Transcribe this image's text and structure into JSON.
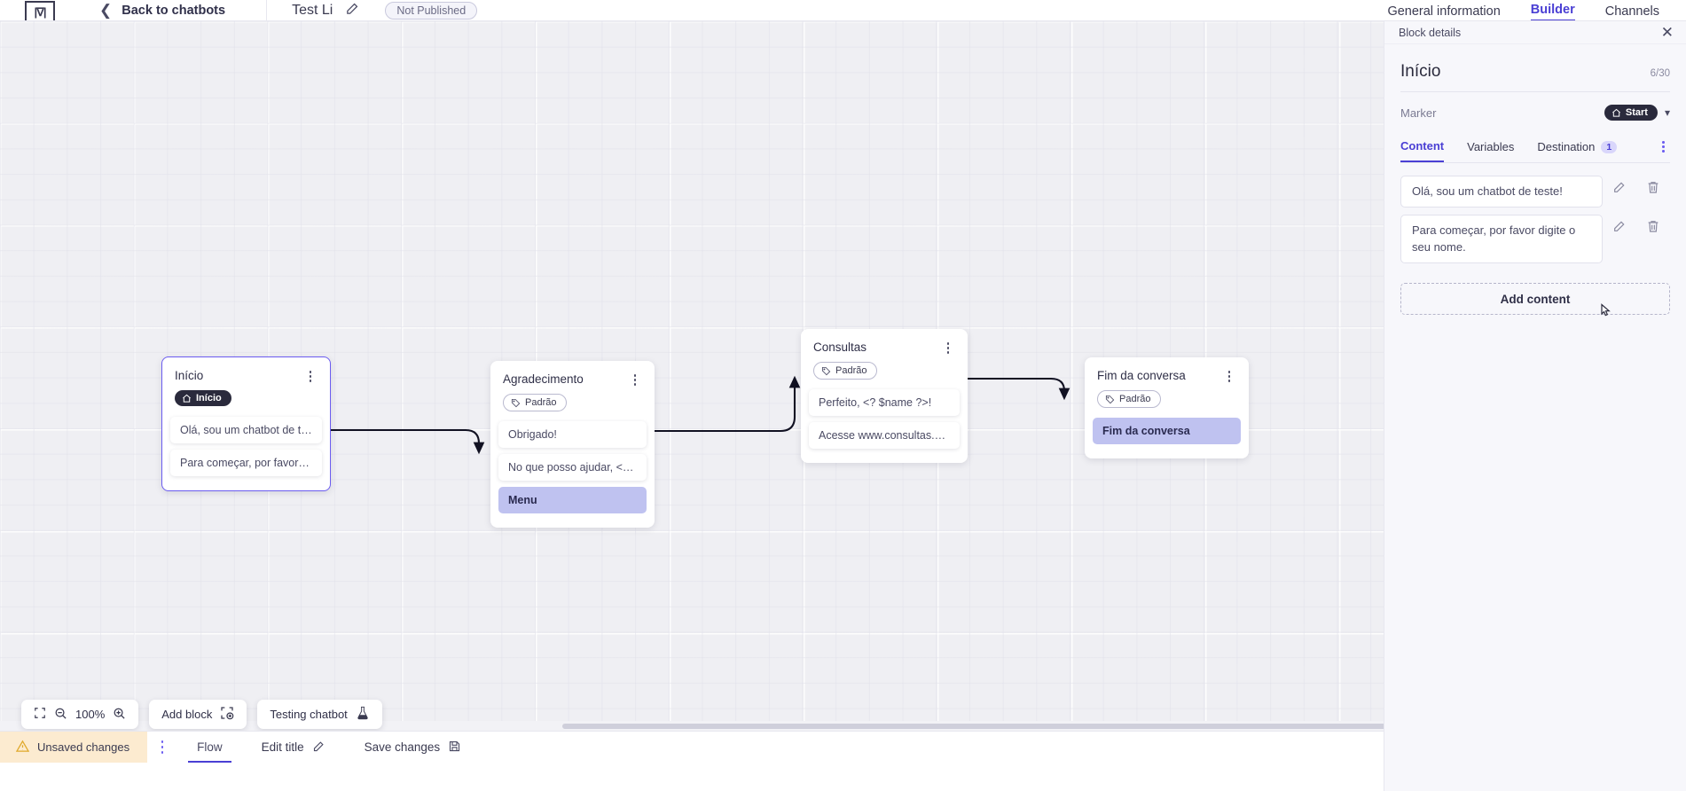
{
  "header": {
    "logo_alt": "logo",
    "back_label": "Back to chatbots",
    "bot_title": "Test Li",
    "publish_status": "Not Published",
    "tabs": [
      {
        "label": "General information",
        "active": false
      },
      {
        "label": "Builder",
        "active": true
      },
      {
        "label": "Channels",
        "active": false
      }
    ]
  },
  "canvas": {
    "blocks": [
      {
        "id": "inicio",
        "title": "Início",
        "tag": {
          "label": "Início",
          "type": "start"
        },
        "items": [
          {
            "text": "Olá, sou um chatbot de teste!",
            "highlight": false
          },
          {
            "text": "Para começar, por favor digite o ...",
            "highlight": false
          }
        ]
      },
      {
        "id": "agradecimento",
        "title": "Agradecimento",
        "tag": {
          "label": "Padrão",
          "type": "default"
        },
        "items": [
          {
            "text": "Obrigado!",
            "highlight": false
          },
          {
            "text": "No que posso ajudar, <? $name ...",
            "highlight": false
          },
          {
            "text": "Menu",
            "highlight": true
          }
        ]
      },
      {
        "id": "consultas",
        "title": "Consultas",
        "tag": {
          "label": "Padrão",
          "type": "default"
        },
        "items": [
          {
            "text": "Perfeito, <? $name ?>!",
            "highlight": false
          },
          {
            "text": "Acesse www.consultas.com par...",
            "highlight": false
          }
        ]
      },
      {
        "id": "fim",
        "title": "Fim da conversa",
        "tag": {
          "label": "Padrão",
          "type": "default"
        },
        "items": [
          {
            "text": "Fim da conversa",
            "highlight": true
          }
        ]
      }
    ]
  },
  "toolbar": {
    "fit_icon": "fit-screen-icon",
    "zoom_out_icon": "zoom-out-icon",
    "zoom_level": "100%",
    "zoom_in_icon": "zoom-in-icon",
    "add_block_label": "Add block",
    "add_block_icon": "add-block-icon",
    "testing_label": "Testing chatbot",
    "testing_icon": "flask-icon"
  },
  "statusbar": {
    "unsaved_label": "Unsaved changes",
    "warning_icon": "warning-icon",
    "flow_label": "Flow",
    "edit_title_label": "Edit title",
    "edit_title_icon": "pencil-icon",
    "save_label": "Save changes",
    "save_icon": "save-icon"
  },
  "panel": {
    "header_label": "Block details",
    "close_icon": "close-icon",
    "title": "Início",
    "char_count": "6/30",
    "marker_label": "Marker",
    "marker_value": "Start",
    "marker_icon": "home-icon",
    "marker_chevron": "chevron-down-icon",
    "tabs": [
      {
        "label": "Content",
        "active": true,
        "badge": ""
      },
      {
        "label": "Variables",
        "active": false,
        "badge": ""
      },
      {
        "label": "Destination",
        "active": false,
        "badge": "1"
      }
    ],
    "contents": [
      {
        "text": "Olá, sou um chatbot de teste!"
      },
      {
        "text": "Para começar, por favor digite o seu nome."
      }
    ],
    "edit_icon": "pencil-icon",
    "delete_icon": "trash-icon",
    "add_content_label": "Add content"
  },
  "colors": {
    "accent": "#4a3fd4",
    "highlight": "#bfc2f0",
    "warning_bg": "#fcebd0",
    "dark_pill": "#2a2a3c"
  }
}
